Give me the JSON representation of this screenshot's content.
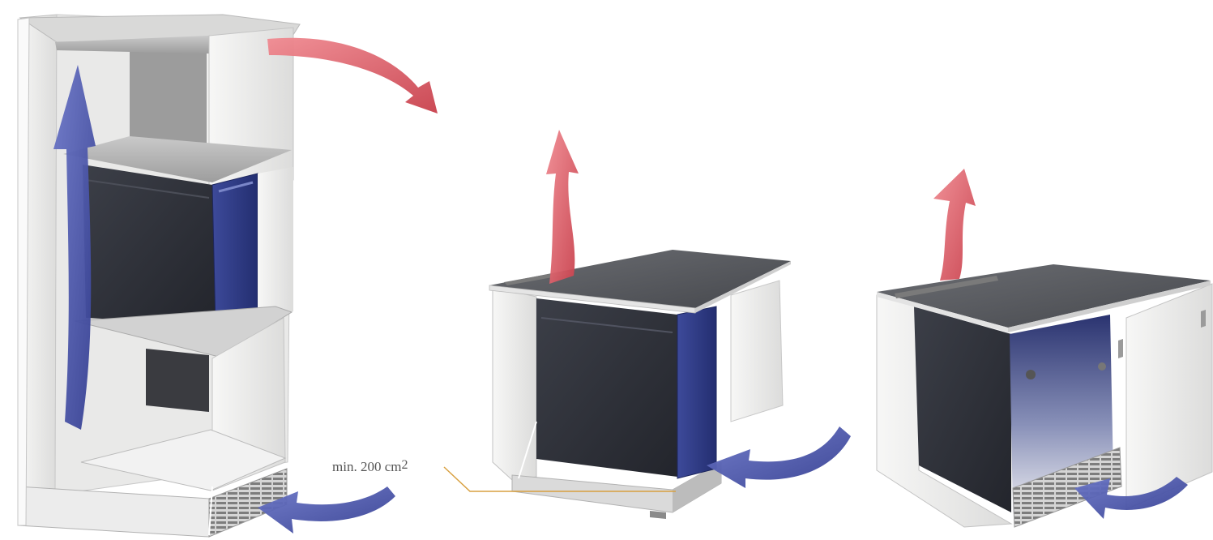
{
  "annotation": {
    "text": "min. 200 cm",
    "superscript": "2"
  },
  "figures": [
    {
      "name": "tall-cabinet-installation",
      "airflow": [
        "inlet-bottom",
        "up-through-cabinet",
        "outlet-top-vent"
      ]
    },
    {
      "name": "under-counter-installation-open",
      "airflow": [
        "inlet-bottom-front",
        "outlet-top"
      ]
    },
    {
      "name": "under-counter-installation-closed",
      "airflow": [
        "inlet-bottom-grille",
        "outlet-top"
      ]
    }
  ],
  "colors": {
    "cold_air": "#4a55a8",
    "warm_air": "#d9525f",
    "leader_line": "#d8a040",
    "fridge_body": "#2f323c",
    "fridge_door": "#2c3a84",
    "countertop": "#5a5c60",
    "cabinet_panel": "#ebebea"
  }
}
